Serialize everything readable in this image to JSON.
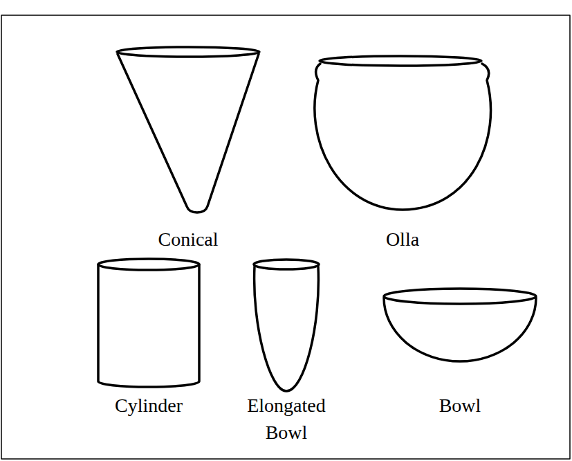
{
  "diagram": {
    "labels": [
      "Conical",
      "Olla",
      "Cylinder",
      "Elongated Bowl",
      "Bowl"
    ]
  }
}
